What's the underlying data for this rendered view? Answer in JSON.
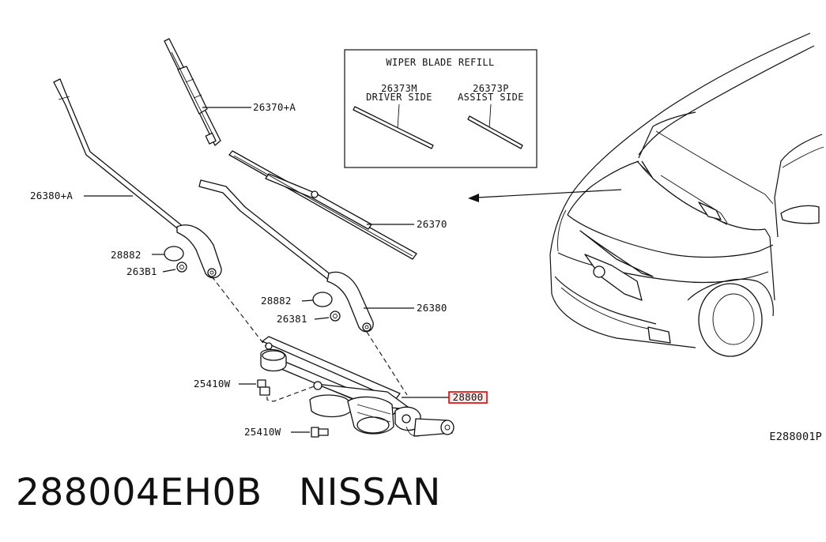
{
  "caption": {
    "part_number": "288004EH0B",
    "brand": "NISSAN"
  },
  "refill_box": {
    "title": "WIPER BLADE REFILL",
    "driver_code": "26373M",
    "driver_label": "DRIVER SIDE",
    "assist_code": "26373P",
    "assist_label": "ASSIST SIDE"
  },
  "callouts": {
    "blade_driver": "26370+A",
    "arm_driver": "26380+A",
    "blade_assist": "26370",
    "arm_assist": "26380",
    "cap_1": "28882",
    "nut_1": "263B1",
    "cap_2": "28882",
    "nut_2": "26381",
    "bolt_1": "25410W",
    "bolt_2": "25410W",
    "linkage_assembly": "28800"
  },
  "diagram_code": "E288001P",
  "colors": {
    "highlight": "#e00000",
    "highlight_fill": "#ffe8e8",
    "ink": "#111111"
  }
}
